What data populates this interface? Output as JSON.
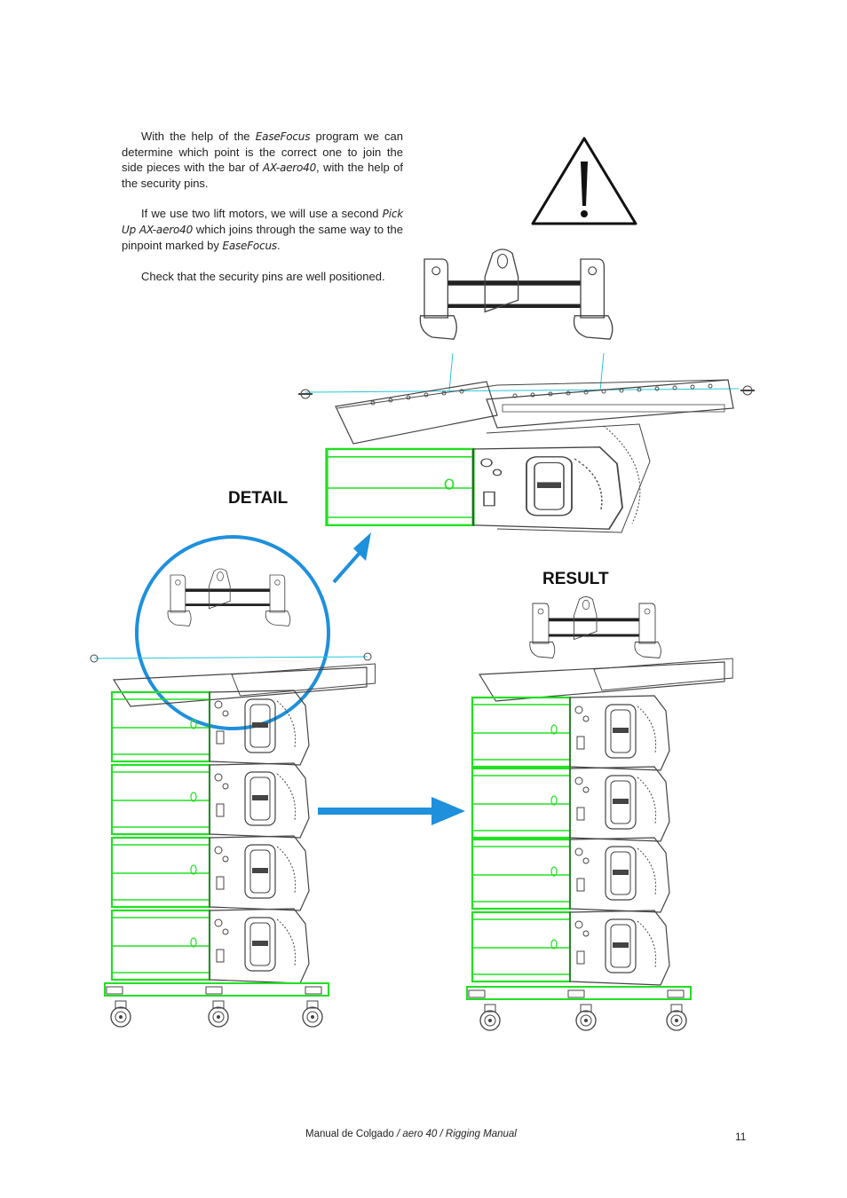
{
  "text": {
    "p1": {
      "a": "With the help of the ",
      "brand1": "EaseFocus",
      "b": " program we can determine which point is the correct one to join the side pieces with the bar of ",
      "brand2": "AX-aero40",
      "c": ", with the help of the security pins."
    },
    "p2": {
      "a": "If we use two lift motors, we will use a second ",
      "brand1": "Pick Up AX-aero40",
      "b": " which joins through the same way to the pinpoint marked by ",
      "brand2": "EaseFocus",
      "c": "."
    },
    "p3": "Check that the security pins are well positioned."
  },
  "labels": {
    "detail": "DETAIL",
    "result": "RESULT"
  },
  "footer": {
    "a": "Manual  de  Colgado ",
    "b": "/ aero 40 / ",
    "c": "Rigging  Manual",
    "page": "11"
  },
  "colors": {
    "accent_blue": "#1E90DC",
    "cabinet_green": "#22E022",
    "line_gray": "#444444"
  }
}
